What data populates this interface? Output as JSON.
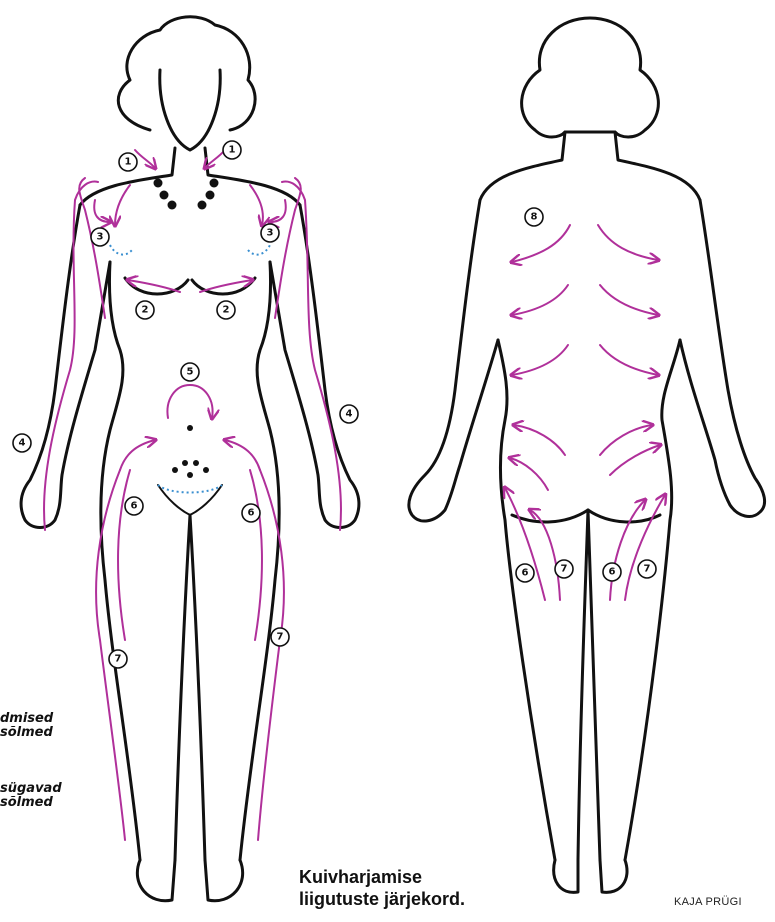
{
  "front_labels": [
    "1",
    "1",
    "3",
    "3",
    "2",
    "2",
    "5",
    "4",
    "4",
    "6",
    "6",
    "7",
    "7"
  ],
  "back_labels": [
    "8",
    "6",
    "7",
    "6",
    "7"
  ],
  "legend": {
    "superficial": "dmised\nsõlmed",
    "deep": "sügavad\nsõlmed"
  },
  "caption": "Kuivharjamise\nliigutuste järjekord.",
  "credit": "KAJA PRÜGI",
  "colors": {
    "outline": "#111111",
    "arrows": "#b0309a",
    "background": "#ffffff"
  }
}
